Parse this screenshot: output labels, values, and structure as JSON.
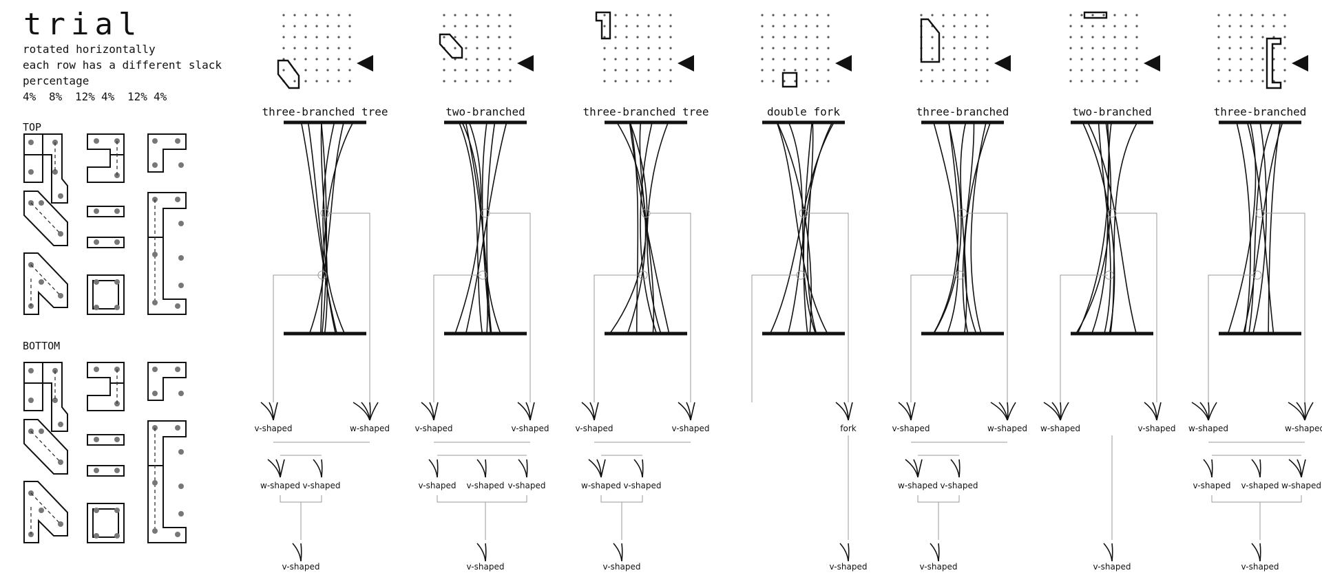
{
  "header": {
    "title": "trial",
    "desc_lines": [
      "rotated horizontally",
      "each row has a different slack",
      "percentage"
    ],
    "percentages": [
      "4%",
      "8%",
      "12%",
      "4%",
      "12%",
      "4%"
    ],
    "top_label": "TOP",
    "bottom_label": "BOTTOM"
  },
  "columns": [
    {
      "label": "three-branched tree",
      "branches": [
        "v-shaped",
        "w-shaped"
      ],
      "sub": [
        "w-shaped",
        "v-shaped"
      ],
      "final": "v-shaped"
    },
    {
      "label": "two-branched",
      "branches": [
        "v-shaped",
        "v-shaped"
      ],
      "sub": [
        "v-shaped",
        "v-shaped",
        "v-shaped"
      ],
      "final": "v-shaped"
    },
    {
      "label": "three-branched tree",
      "branches": [
        "v-shaped",
        "v-shaped"
      ],
      "sub": [
        "w-shaped",
        "v-shaped"
      ],
      "final": "v-shaped"
    },
    {
      "label": "double fork",
      "branches": [
        "fork"
      ],
      "sub": [],
      "final": "v-shaped"
    },
    {
      "label": "three-branched",
      "branches": [
        "v-shaped",
        "w-shaped"
      ],
      "sub": [
        "w-shaped",
        "v-shaped"
      ],
      "final": "v-shaped"
    },
    {
      "label": "two-branched",
      "branches": [
        "w-shaped",
        "v-shaped"
      ],
      "sub": [],
      "final": "v-shaped"
    },
    {
      "label": "three-branched",
      "branches": [
        "w-shaped",
        "w-shaped"
      ],
      "sub": [
        "v-shaped",
        "v-shaped",
        "w-shaped"
      ],
      "final": "v-shaped"
    }
  ]
}
